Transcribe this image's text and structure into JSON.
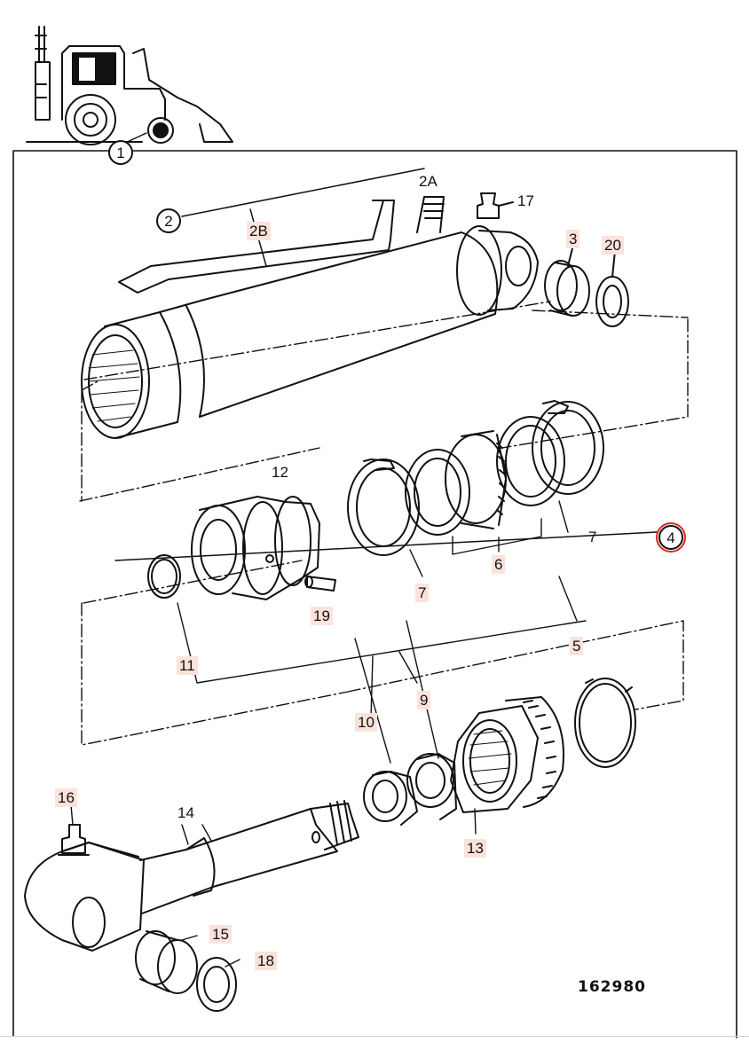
{
  "figure": {
    "reference_number": "162980",
    "callouts": {
      "c1": "1",
      "c2": "2",
      "c2a": "2A",
      "c2b": "2B",
      "c3": "3",
      "c4": "4",
      "c5": "5",
      "c6": "6",
      "c7a": "7",
      "c7b": "7",
      "c9": "9",
      "c10": "10",
      "c11": "11",
      "c12": "12",
      "c13": "13",
      "c14": "14",
      "c15": "15",
      "c16": "16",
      "c17": "17",
      "c18": "18",
      "c19": "19",
      "c20": "20"
    },
    "highlighted_callout": "4"
  }
}
